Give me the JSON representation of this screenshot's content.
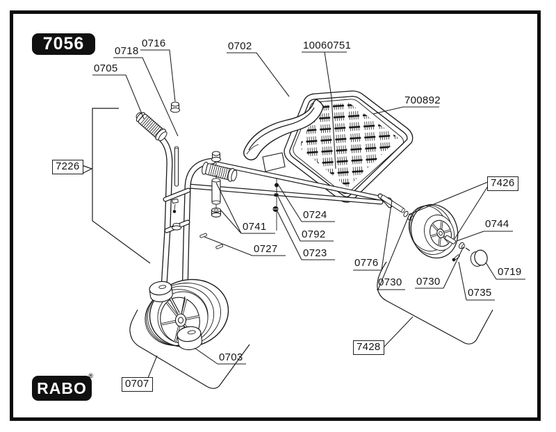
{
  "diagram": {
    "model_number": "7056",
    "brand": "RABO",
    "registered_mark": "®",
    "type": "exploded-parts-diagram",
    "subject": "tricycle with rear basket"
  },
  "colors": {
    "line": "#1a1a1a",
    "badge_bg": "#101010",
    "badge_text": "#ffffff",
    "background": "#ffffff"
  },
  "parts": [
    {
      "text": "0705",
      "boxed": false
    },
    {
      "text": "0718",
      "boxed": false
    },
    {
      "text": "0716",
      "boxed": false
    },
    {
      "text": "0702",
      "boxed": false
    },
    {
      "text": "10060751",
      "boxed": false
    },
    {
      "text": "700892",
      "boxed": false
    },
    {
      "text": "7226",
      "boxed": true
    },
    {
      "text": "0741",
      "boxed": false
    },
    {
      "text": "0727",
      "boxed": false
    },
    {
      "text": "0724",
      "boxed": false
    },
    {
      "text": "0792",
      "boxed": false
    },
    {
      "text": "0723",
      "boxed": false
    },
    {
      "text": "0776",
      "boxed": false
    },
    {
      "text": "0730",
      "boxed": false
    },
    {
      "text": "0730",
      "boxed": false
    },
    {
      "text": "0735",
      "boxed": false
    },
    {
      "text": "0719",
      "boxed": false
    },
    {
      "text": "0744",
      "boxed": false
    },
    {
      "text": "7426",
      "boxed": true
    },
    {
      "text": "7428",
      "boxed": true
    },
    {
      "text": "0707",
      "boxed": true
    },
    {
      "text": "0703",
      "boxed": false
    }
  ]
}
